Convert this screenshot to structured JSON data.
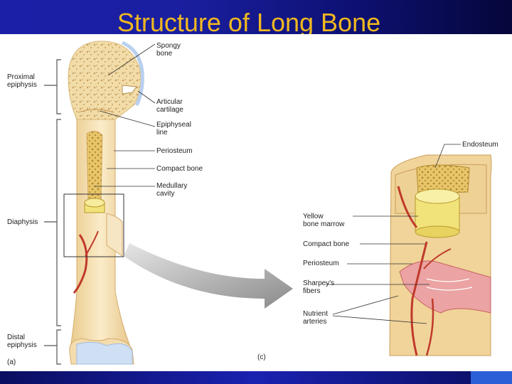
{
  "title": "Structure of Long Bone",
  "left_labels": {
    "proximal_epiphysis": "Proximal\nepiphysis",
    "diaphysis": "Diaphysis",
    "distal_epiphysis": "Distal\nepiphysis",
    "panel_a": "(a)"
  },
  "center_labels": {
    "spongy_bone": "Spongy\nbone",
    "articular_cartilage": "Articular\ncartilage",
    "epiphyseal_line": "Epiphyseal\nline",
    "periosteum": "Periosteum",
    "compact_bone": "Compact bone",
    "medullary_cavity": "Medullary\ncavity"
  },
  "right_labels": {
    "endosteum": "Endosteum",
    "yellow_bone_marrow": "Yellow\nbone marrow",
    "compact_bone": "Compact bone",
    "periosteum": "Periosteum",
    "sharpeys_fibers": "Sharpey's\nfibers",
    "nutrient_arteries": "Nutrient\narteries",
    "panel_c": "(c)"
  },
  "colors": {
    "header": "#1a1fa8",
    "title": "#f0b820",
    "bone": "#f3dcae",
    "spongy": "#f0d9a0",
    "marrow": "#f2e27a",
    "cartilage": "#c9daf0",
    "vessel": "#c0392b",
    "periosteum": "#e89a9a"
  }
}
